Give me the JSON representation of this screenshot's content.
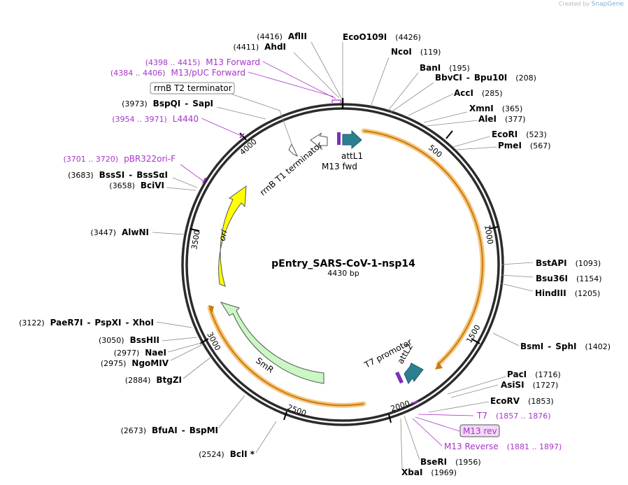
{
  "credit": {
    "prefix": "Created by",
    "brand": "SnapGene"
  },
  "plasmid": {
    "name": "pEntry_SARS-CoV-1-nsp14",
    "length": "4430 bp"
  },
  "ticks": [
    "500",
    "1000",
    "1500",
    "2000",
    "2500",
    "3000",
    "3500",
    "4000"
  ],
  "features": {
    "attL1": "attL1",
    "m13fwd": "M13 fwd",
    "rrnB_T1": "rrnB T1 terminator",
    "T7_promoter": "T7 promoter",
    "attL2": "attL2",
    "SmR": "SmR",
    "ori": "ori"
  },
  "sites_right": [
    {
      "name": "EcoO109I",
      "pos": "(4426)"
    },
    {
      "name": "NcoI",
      "pos": "(119)"
    },
    {
      "name": "BanI",
      "pos": "(195)"
    },
    {
      "name": "BbvCI",
      "sep": "-",
      "name2": "Bpu10I",
      "pos": "(208)"
    },
    {
      "name": "AccI",
      "pos": "(285)"
    },
    {
      "name": "XmnI",
      "pos": "(365)"
    },
    {
      "name": "AleI",
      "pos": "(377)"
    },
    {
      "name": "EcoRI",
      "pos": "(523)"
    },
    {
      "name": "PmeI",
      "pos": "(567)"
    },
    {
      "name": "BstAPI",
      "pos": "(1093)"
    },
    {
      "name": "Bsu36I",
      "pos": "(1154)"
    },
    {
      "name": "HindIII",
      "pos": "(1205)"
    },
    {
      "name": "BsmI",
      "sep": "-",
      "name2": "SphI",
      "pos": "(1402)"
    },
    {
      "name": "PacI",
      "pos": "(1716)"
    },
    {
      "name": "AsiSI",
      "pos": "(1727)"
    },
    {
      "name": "EcoRV",
      "pos": "(1853)"
    },
    {
      "name": "BseRI",
      "pos": "(1956)"
    },
    {
      "name": "XbaI",
      "pos": "(1969)"
    }
  ],
  "sites_left": [
    {
      "name": "AflII",
      "pos": "(4416)"
    },
    {
      "name": "AhdI",
      "pos": "(4411)"
    },
    {
      "name": "BspQI",
      "sep": "-",
      "name2": "SapI",
      "pos": "(3973)"
    },
    {
      "name": "BssSI",
      "sep": "-",
      "name2": "BssSαI",
      "pos": "(3683)"
    },
    {
      "name": "BciVI",
      "pos": "(3658)"
    },
    {
      "name": "AlwNI",
      "pos": "(3447)"
    },
    {
      "name": "PaeR7I",
      "sep": "-",
      "name2": "PspXI",
      "sep2": "-",
      "name3": "XhoI",
      "pos": "(3122)"
    },
    {
      "name": "BssHII",
      "pos": "(3050)"
    },
    {
      "name": "NaeI",
      "pos": "(2977)"
    },
    {
      "name": "NgoMIV",
      "pos": "(2975)"
    },
    {
      "name": "BtgZI",
      "pos": "(2884)"
    },
    {
      "name": "BfuAI",
      "sep": "-",
      "name2": "BspMI",
      "pos": "(2673)"
    },
    {
      "name": "BclI *",
      "pos": "(2524)"
    }
  ],
  "primers": {
    "m13_forward": {
      "range": "(4398 .. 4415)",
      "name": "M13 Forward"
    },
    "m13_puc_forward": {
      "range": "(4384 .. 4406)",
      "name": "M13/pUC Forward"
    },
    "l4440": {
      "range": "(3954 .. 3971)",
      "name": "L4440"
    },
    "pbr322": {
      "range": "(3701 .. 3720)",
      "name": "pBR322ori-F"
    },
    "t7": {
      "name": "T7",
      "range": "(1857 .. 1876)"
    },
    "m13_rev": {
      "name": "M13 rev"
    },
    "m13_reverse": {
      "name": "M13 Reverse",
      "range": "(1881 .. 1897)"
    }
  },
  "boxed_feature": {
    "name": "rrnB T2 terminator"
  },
  "colors": {
    "backbone": "#2b2b2b",
    "orf_highlight": "#f5c77e",
    "orf_arrow": "#c97a10",
    "attL": "#2c7f91",
    "primer_bind": "#7a2fbd",
    "smr_fill": "#cbf7c4",
    "ori_fill": "#ffff00",
    "primer_text": "#a833cc"
  }
}
